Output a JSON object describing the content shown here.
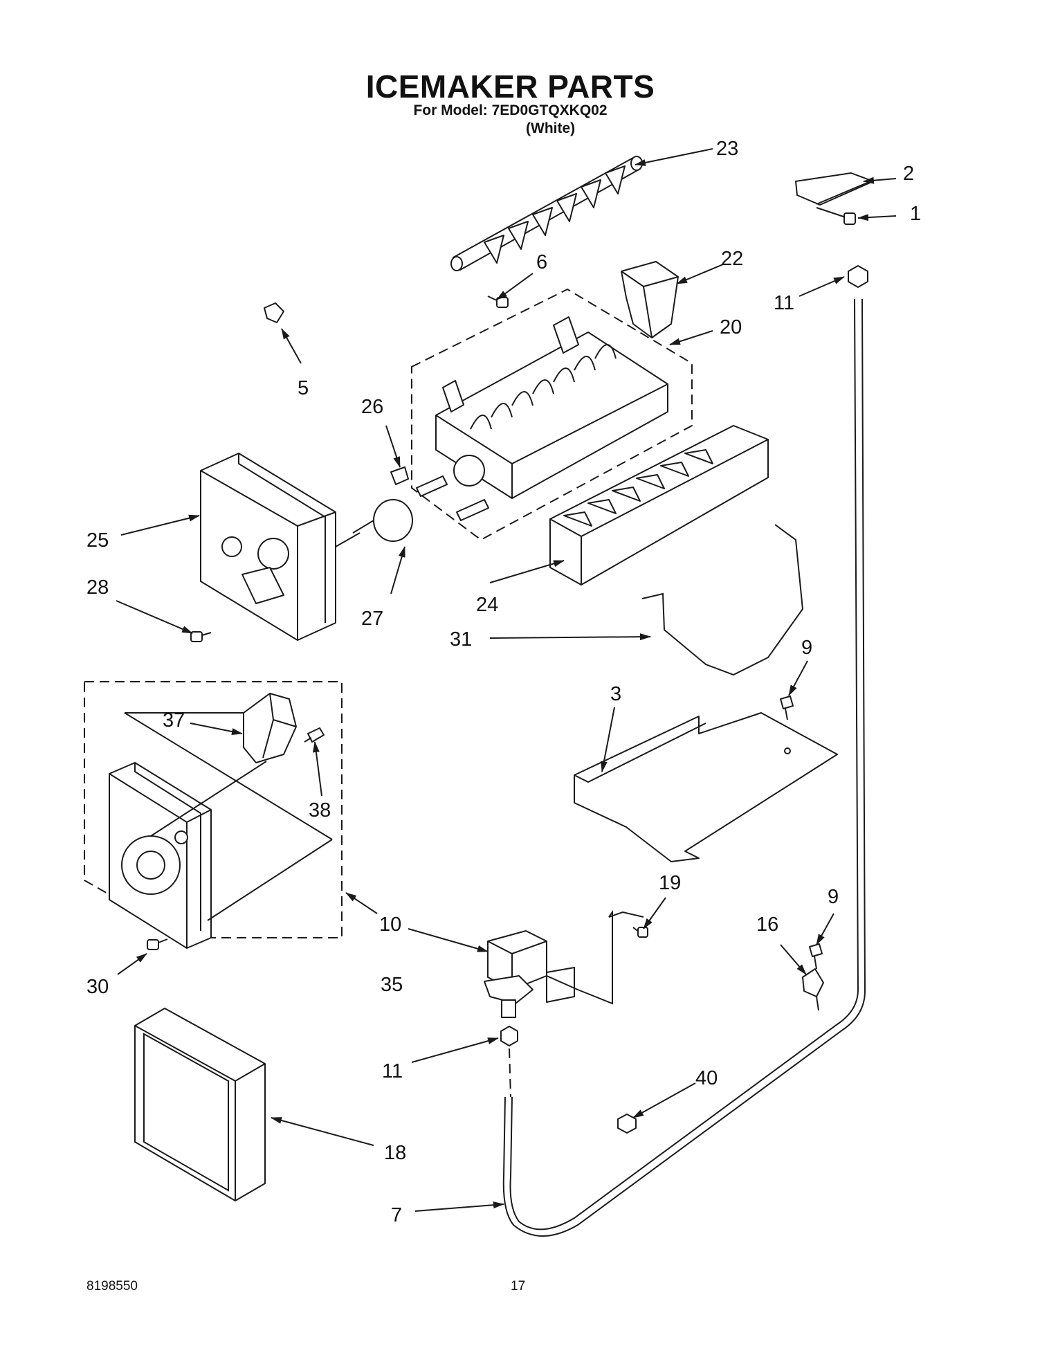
{
  "header": {
    "title": "ICEMAKER PARTS",
    "model_line": "For Model: 7ED0GTQXKQ02",
    "color_line": "(White)"
  },
  "footer": {
    "doc_number": "8198550",
    "page_number": "17"
  },
  "callouts": {
    "c1": "1",
    "c2": "2",
    "c3": "3",
    "c5": "5",
    "c6": "6",
    "c7": "7",
    "c9a": "9",
    "c9b": "9",
    "c10": "10",
    "c11a": "11",
    "c11b": "11",
    "c16": "16",
    "c18": "18",
    "c19": "19",
    "c20": "20",
    "c22": "22",
    "c23": "23",
    "c24": "24",
    "c25": "25",
    "c26": "26",
    "c27": "27",
    "c28": "28",
    "c30": "30",
    "c31": "31",
    "c35": "35",
    "c37": "37",
    "c38": "38",
    "c40": "40"
  }
}
